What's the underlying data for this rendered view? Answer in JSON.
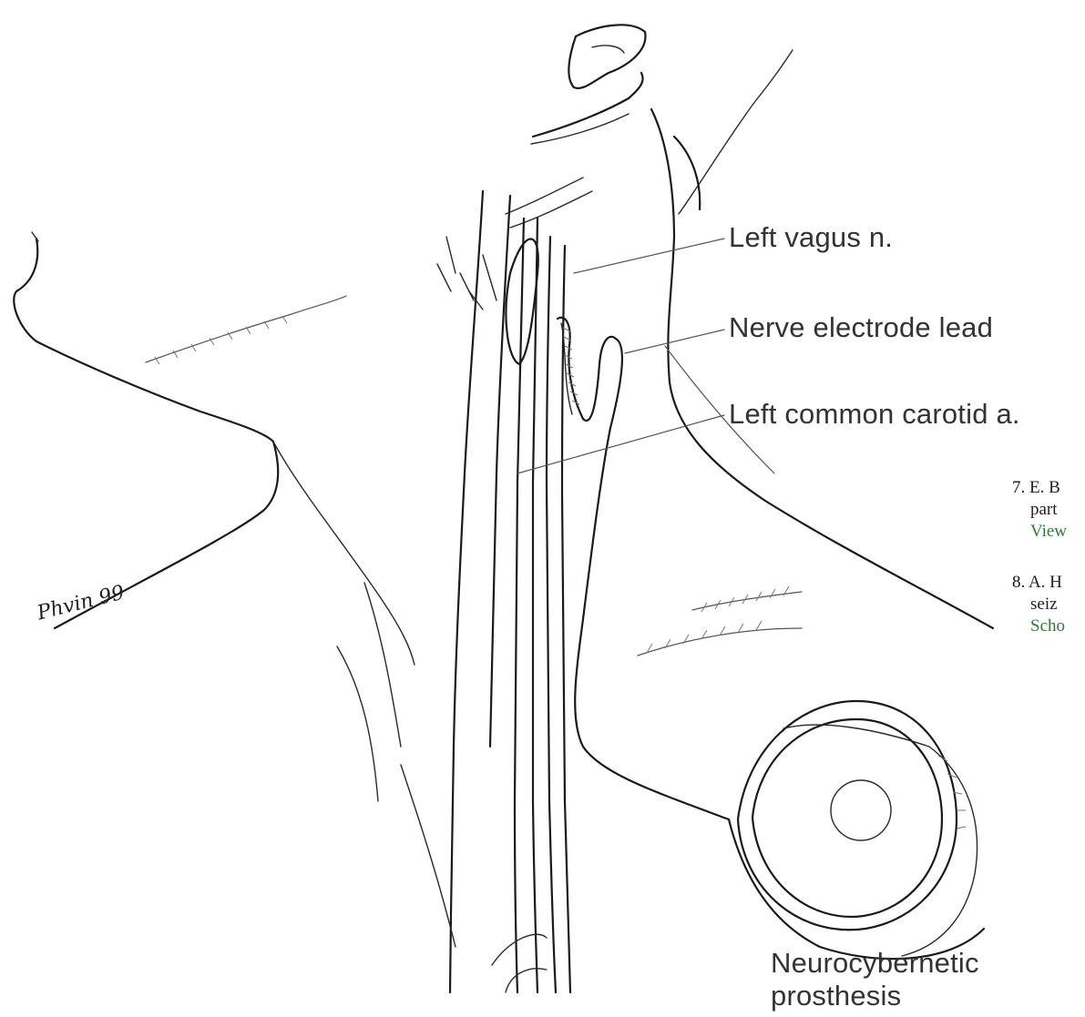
{
  "labels": {
    "vagus": "Left vagus n.",
    "electrode": "Nerve electrode lead",
    "carotid": "Left common carotid a.",
    "prosthesis_line1": "Neurocybernetic",
    "prosthesis_line2": "prosthesis"
  },
  "signature": "Phvin 99",
  "references": [
    {
      "number": "7.",
      "line1": "E. B",
      "line2": "part",
      "link": "View"
    },
    {
      "number": "8.",
      "line1": "A. H",
      "line2": "seiz",
      "link": "Scho"
    }
  ],
  "colors": {
    "ink": "#1a1a1a",
    "label_text": "#333333",
    "link_green": "#2e7d32"
  }
}
